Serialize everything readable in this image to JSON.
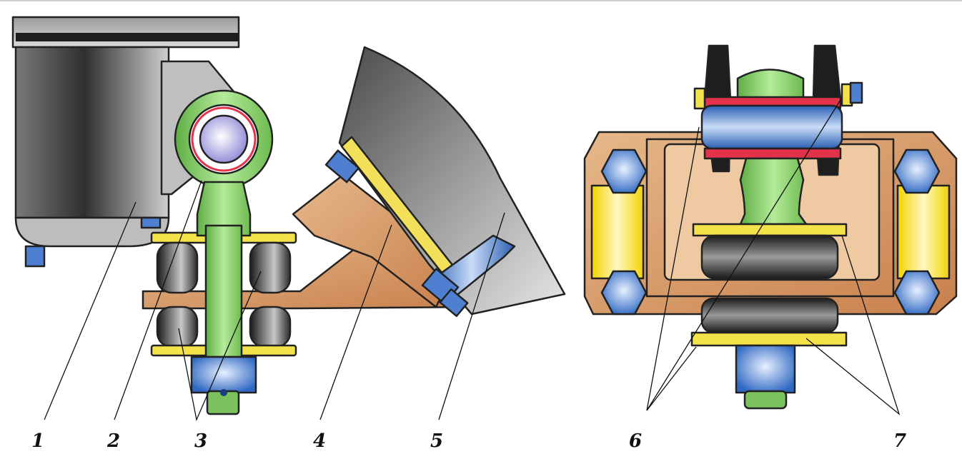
{
  "labels": [
    {
      "id": "1",
      "text": "1"
    },
    {
      "id": "2",
      "text": "2"
    },
    {
      "id": "3",
      "text": "3"
    },
    {
      "id": "4",
      "text": "4"
    },
    {
      "id": "5",
      "text": "5"
    },
    {
      "id": "6",
      "text": "6"
    },
    {
      "id": "7",
      "text": "7"
    }
  ],
  "colors": {
    "housing": "#d9a06a",
    "link": "#8fd16a",
    "bolt": "#5a8fd6",
    "washer": "#f4e24a",
    "rubber": "#333338",
    "bracket": "#8a8a8a",
    "seal": "#e2334a"
  }
}
